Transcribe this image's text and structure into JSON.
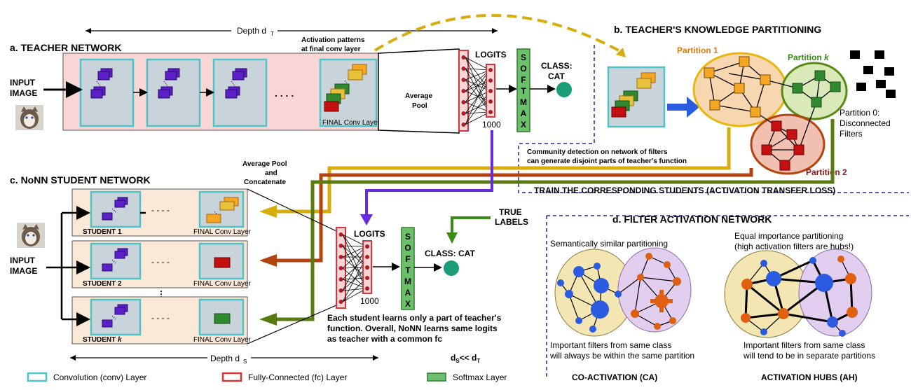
{
  "teacher": {
    "title": "a.   TEACHER NETWORK",
    "depth_label": "Depth d",
    "depth_sub": "T",
    "input_label_1": "INPUT",
    "input_label_2": "IMAGE",
    "ellipsis": ". . . .",
    "activation_note_1": "Activation patterns",
    "activation_note_2": "at final conv layer",
    "final_conv_label": "FINAL Conv Layer",
    "avg_pool_1": "Average",
    "avg_pool_2": "Pool",
    "logits": "LOGITS",
    "logits_size": "1000",
    "softmax_letters": [
      "S",
      "O",
      "F",
      "T",
      "M",
      "A",
      "X"
    ],
    "class_label_1": "CLASS:",
    "class_label_2": "CAT"
  },
  "partition": {
    "title": "b.    TEACHER'S KNOWLEDGE PARTITIONING",
    "partition1": "Partition 1",
    "partitionk": "Partition ",
    "partitionk_k": "k",
    "partition2": "Partition 2",
    "partition0_1": "Partition 0:",
    "partition0_2": "Disconnected",
    "partition0_3": "Filters",
    "community_1": "Community detection on network of filters",
    "community_2": "can generate disjoint parts of teacher's function",
    "train_label": "TRAIN THE CORRESPONDING STUDENTS (ACTIVATION TRANSFER LOSS)"
  },
  "student": {
    "title": "c.   NoNN STUDENT NETWORK",
    "avg_concat_1": "Average Pool",
    "avg_concat_2": "and",
    "avg_concat_3": "Concatenate",
    "input_label_1": "INPUT",
    "input_label_2": "IMAGE",
    "students": [
      {
        "name": "STUDENT 1",
        "final": "FINAL Conv Layer"
      },
      {
        "name": "STUDENT 2",
        "final": "FINAL Conv Layer"
      },
      {
        "name": "STUDENT ",
        "name_k": "k",
        "final": "FINAL Conv Layer"
      }
    ],
    "dashes": "- - - -",
    "logits": "LOGITS",
    "logits_size": "1000",
    "softmax_letters": [
      "S",
      "O",
      "F",
      "T",
      "M",
      "A",
      "X"
    ],
    "class_label": "CLASS: CAT",
    "true_labels_1": "TRUE",
    "true_labels_2": "LABELS",
    "each_student_1": "Each student learns only a part of teacher's",
    "each_student_2": "function. Overall, NoNN learns same logits",
    "each_student_3": "as teacher with a common fc",
    "depth_label": "Depth d",
    "depth_sub": "S",
    "ds_dt_1": "d",
    "ds_dt_s": "S",
    "ds_dt_2": "<< d",
    "ds_dt_t": "T"
  },
  "filter_net": {
    "title": "d.    FILTER ACTIVATION NETWORK",
    "ca_desc": "Semantically similar partitioning",
    "ah_desc_1": "Equal importance partitioning",
    "ah_desc_2": "(high activation filters are hubs!)",
    "ca_note_1": "Important filters from same class",
    "ca_note_2": "will always be within the same partition",
    "ah_note_1": "Important filters from same class",
    "ah_note_2": "will tend to be in separate partitions",
    "ca_label": "CO-ACTIVATION (CA)",
    "ah_label": "ACTIVATION HUBS (AH)"
  },
  "legend": {
    "conv": "Convolution (conv) Layer",
    "fc": "Fully-Connected (fc) Layer",
    "softmax": "Softmax Layer"
  },
  "colors": {
    "conv_border": "#4fc3c8",
    "fc_border": "#d9343c",
    "softmax_fill": "#5cb85c",
    "teacher_bg": "#f8d6d6",
    "student_bg": "#fbe8d6",
    "filter_purple": "#5b1fc6",
    "yellow_arrow": "#d6ad0c",
    "brown_arrow": "#b3430f",
    "olive_arrow": "#5a7a12",
    "blue_arrow": "#6a2be0",
    "green_arrow": "#3a8a16"
  }
}
